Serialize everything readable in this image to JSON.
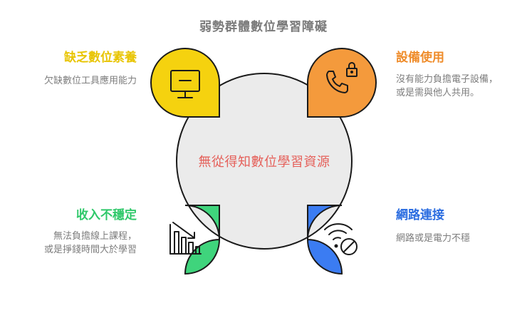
{
  "title": "弱勢群體數位學習障礙",
  "center": "無從得知數位學習資源",
  "quadrants": {
    "top_left": {
      "heading": "缺乏數位素養",
      "description": "欠缺數位工具應用能力",
      "color": "#f5d20f",
      "heading_color": "#e8c400",
      "icon": "monitor-icon"
    },
    "top_right": {
      "heading": "設備使用",
      "description_line1": "沒有能力負擔電子設備，",
      "description_line2": "或是需與他人共用。",
      "color": "#f49a3c",
      "heading_color": "#ef8c2a",
      "icon": "phone-lock-icon"
    },
    "bottom_left": {
      "heading": "收入不穩定",
      "description_line1": "無法負擔線上課程，",
      "description_line2": "或是掙錢時間大於學習",
      "color": "#3fd47c",
      "heading_color": "#2fc86a",
      "icon": "declining-chart-icon"
    },
    "bottom_right": {
      "heading": "網路連接",
      "description": "網路或是電力不穩",
      "color": "#3b7cf2",
      "heading_color": "#2a6ce0",
      "icon": "wifi-off-icon"
    }
  }
}
